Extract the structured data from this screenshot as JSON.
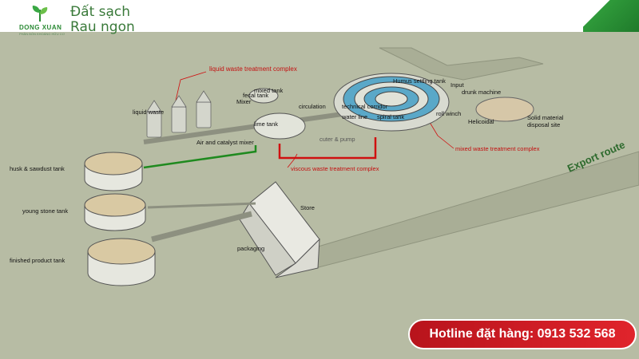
{
  "header": {
    "brand_name": "DONG XUAN",
    "brand_sub": "PHÂN BÓN KHOÁNG HỮU CƠ",
    "tagline_line1": "Đất sạch",
    "tagline_line2": "Rau ngon"
  },
  "labels": {
    "liquid_complex": "liquid waste treatment complex",
    "fecal_tank": "fecal tank",
    "mixed_tank": "mixed tank",
    "mixer": "Mixer",
    "liquid_waste": "liquid waste",
    "lime_tank": "lime tank",
    "air_catalyst": "Air and catalyst mixer",
    "circulation": "circulation",
    "technical_corridor": "technical corridor",
    "water_line": "water line",
    "spiral_tank": "spiral tank",
    "humus_tank": "Humus settling tank",
    "input": "Input",
    "drunk_machine": "drunk machine",
    "roll_winch": "roll winch",
    "helicoidal": "Helicoidal",
    "solid_disposal": "Solid material disposal site",
    "mixed_complex": "mixed waste treatment complex",
    "cutter_pump": "cuter & pump",
    "viscous_complex": "viscous waste treatment complex",
    "husk_tank": "husk & sawdust tank",
    "young_stone": "young stone tank",
    "finished_tank": "finished product tank",
    "store": "Store",
    "packaging": "packaging",
    "export_route": "Export route"
  },
  "hotline": {
    "text": "Hotline đặt hàng: 0913 532 568"
  },
  "colors": {
    "background": "#b7bca4",
    "green_pipe": "#1f8a1f",
    "red_pipe": "#d01010",
    "hotline_red": "#d01c24",
    "brand_green": "#2a8a34"
  }
}
